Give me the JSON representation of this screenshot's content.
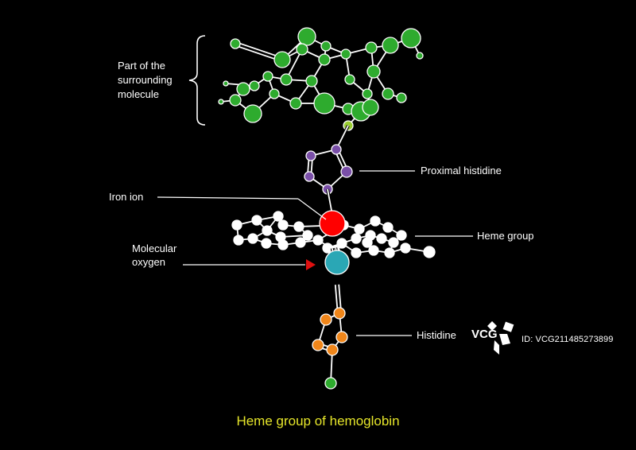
{
  "labels": {
    "surrounding_line1": "Part of the",
    "surrounding_line2": "surrounding",
    "surrounding_line3": "molecule",
    "proximal_histidine": "Proximal histidine",
    "iron_ion": "Iron ion",
    "heme_group": "Heme group",
    "molecular_oxygen_line1": "Molecular",
    "molecular_oxygen_line2": "oxygen",
    "histidine": "Histidine"
  },
  "title": "Heme group of hemoglobin",
  "watermark": {
    "logo_text": "VCG",
    "id_text": "ID: VCG211485273899"
  },
  "colors": {
    "background": "#000000",
    "surrounding_atom": "#2eab2e",
    "sulfur_link_atom": "#9acd32",
    "histidine_nitrogen": "#7a4fa8",
    "iron": "#ff0000",
    "oxygen": "#2aa7b5",
    "histidine_atom": "#f0861a",
    "heme_atom": "#ffffff",
    "arrow": "#e01010",
    "title": "#e6e62a",
    "label": "#ffffff"
  }
}
